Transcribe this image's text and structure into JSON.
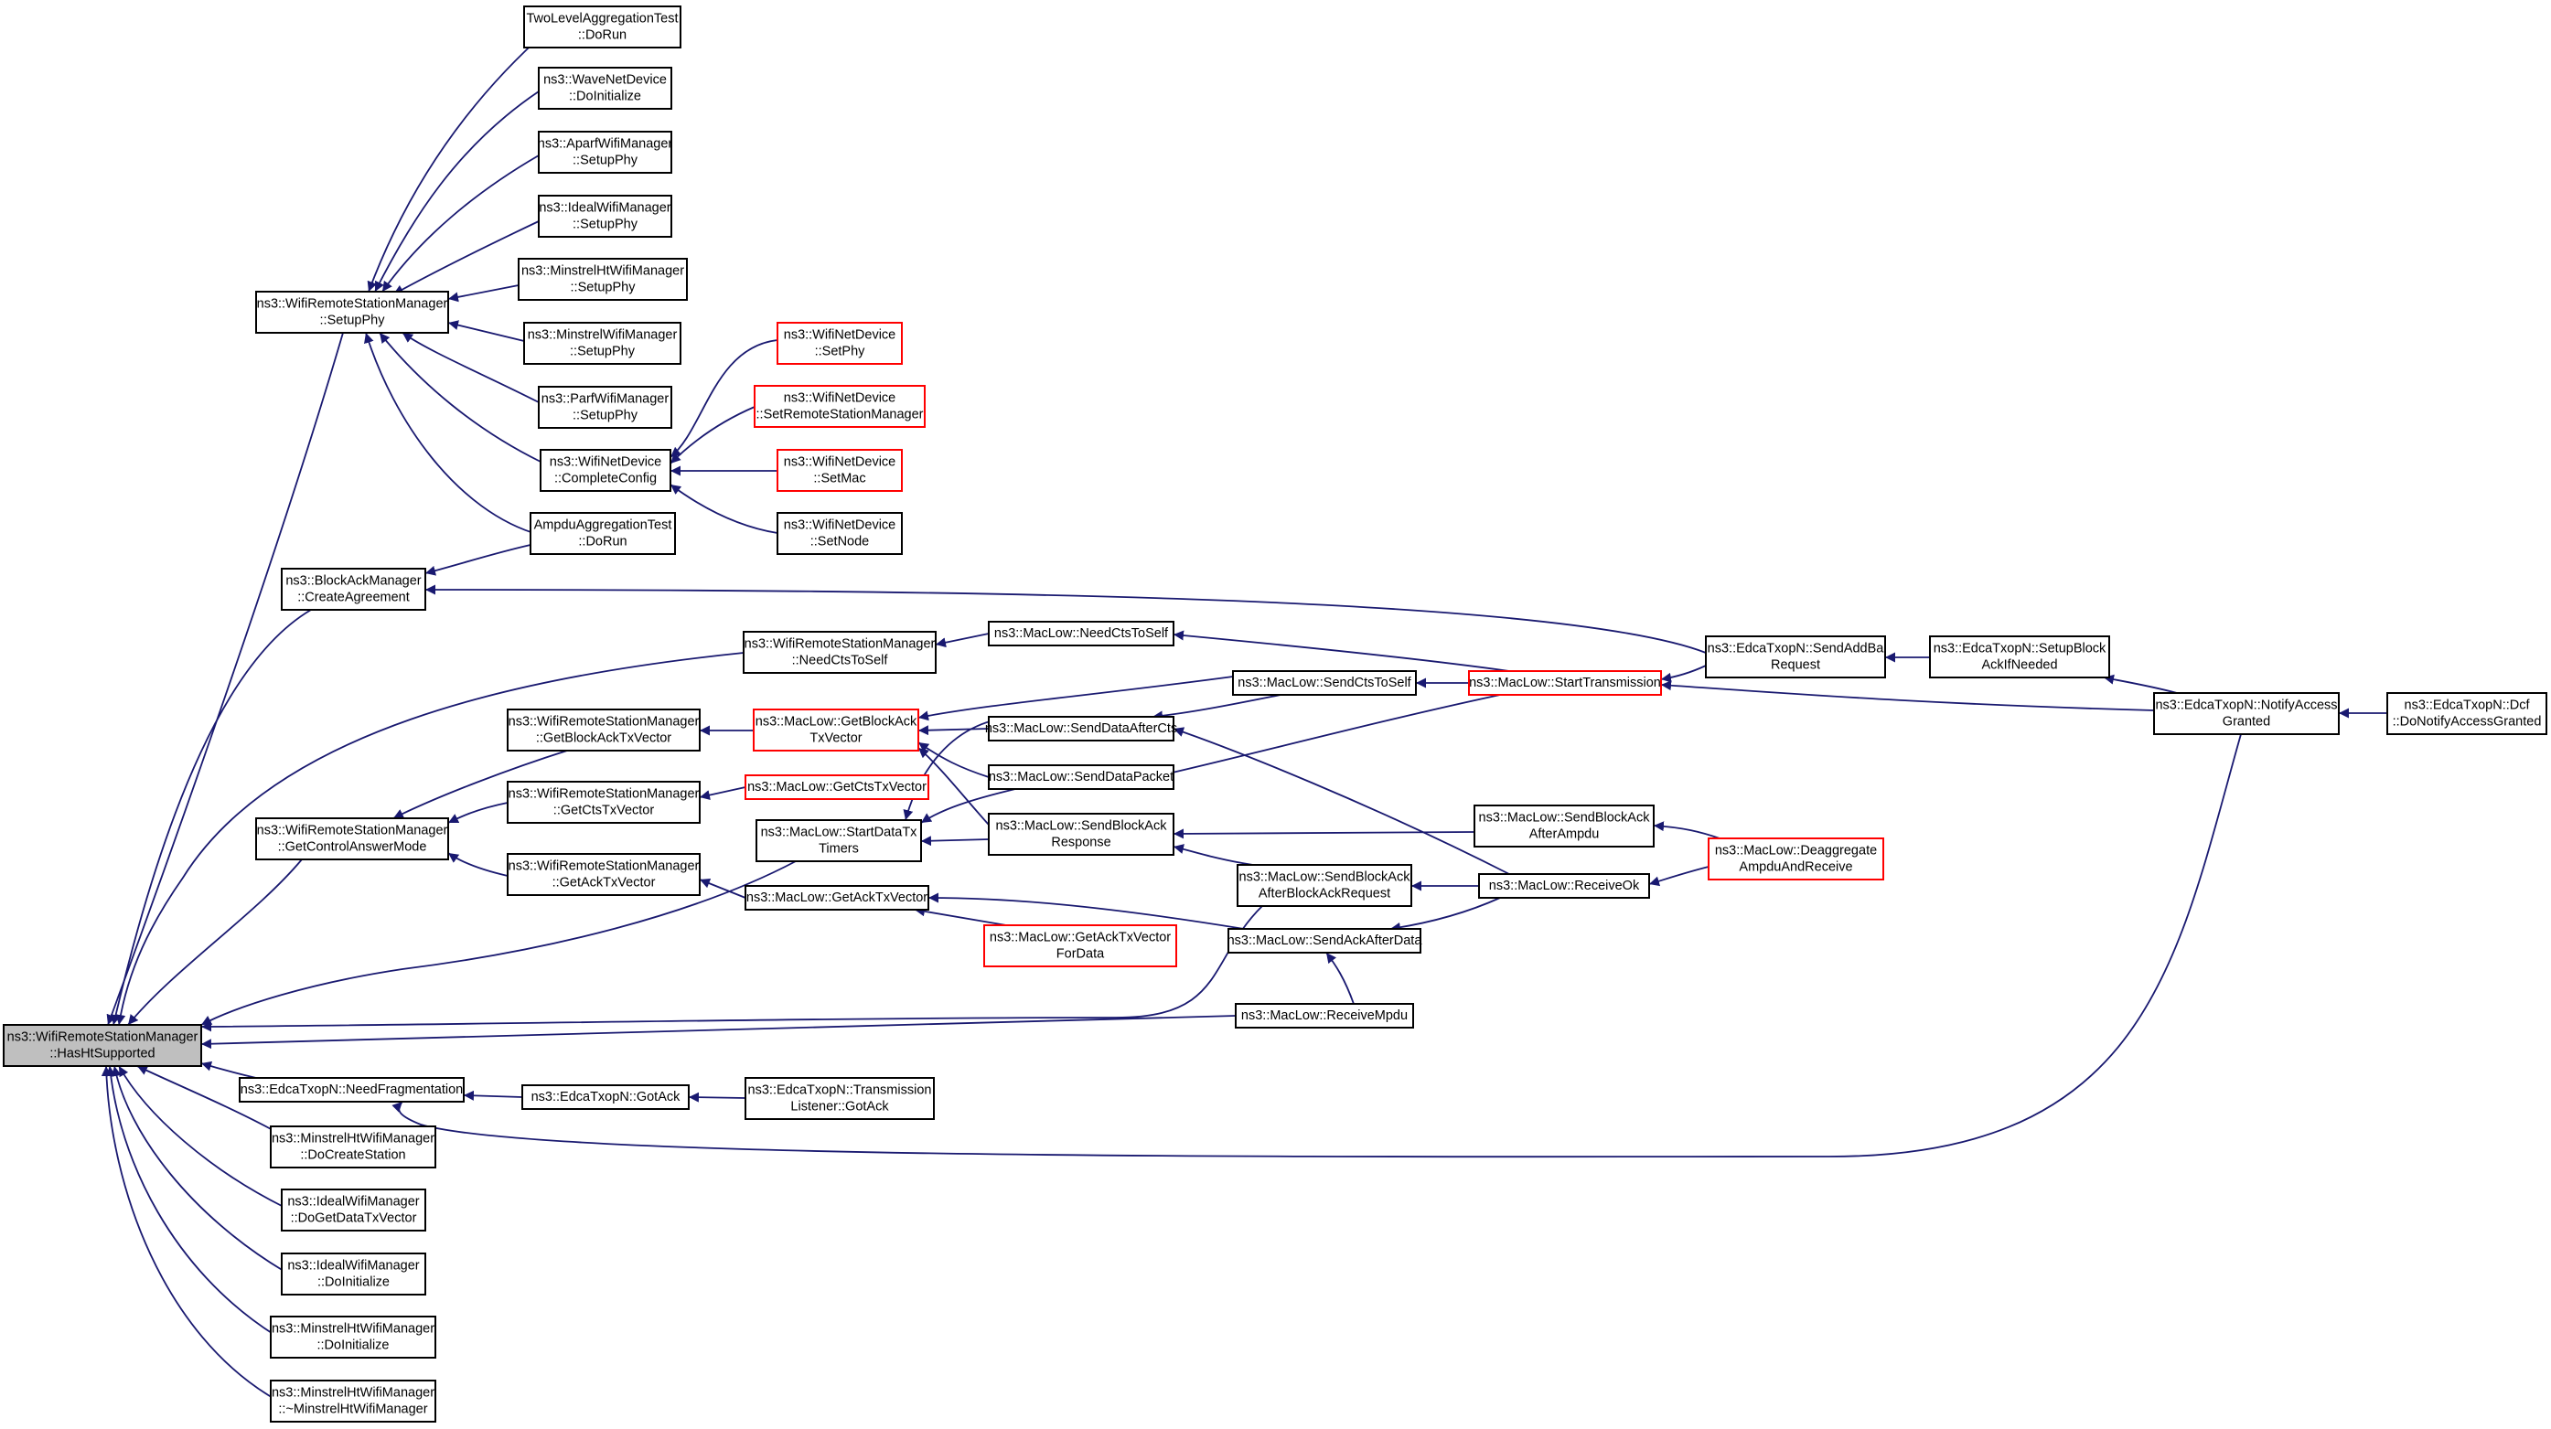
{
  "graph": {
    "title": "",
    "colors": {
      "edge": "#191970",
      "box": "#000000",
      "box_highlight": "#ff0000",
      "root_fill": "#bfbfbf",
      "background": "#ffffff"
    },
    "nodes": [
      {
        "id": "root",
        "lines": [
          "ns3::WifiRemoteStationManager",
          "::HasHtSupported"
        ],
        "style": "root"
      },
      {
        "id": "setupphy",
        "lines": [
          "ns3::WifiRemoteStationManager",
          "::SetupPhy"
        ],
        "style": "normal"
      },
      {
        "id": "createagreement",
        "lines": [
          "ns3::BlockAckManager",
          "::CreateAgreement"
        ],
        "style": "normal"
      },
      {
        "id": "getcontrolanswermode",
        "lines": [
          "ns3::WifiRemoteStationManager",
          "::GetControlAnswerMode"
        ],
        "style": "normal"
      },
      {
        "id": "needfrag",
        "lines": [
          "ns3::EdcaTxopN::NeedFragmentation"
        ],
        "style": "normal"
      },
      {
        "id": "minstrelht_docreate",
        "lines": [
          "ns3::MinstrelHtWifiManager",
          "::DoCreateStation"
        ],
        "style": "normal"
      },
      {
        "id": "ideal_dogetdata",
        "lines": [
          "ns3::IdealWifiManager",
          "::DoGetDataTxVector"
        ],
        "style": "normal"
      },
      {
        "id": "ideal_doinit",
        "lines": [
          "ns3::IdealWifiManager",
          "::DoInitialize"
        ],
        "style": "normal"
      },
      {
        "id": "minstrelht_doinit",
        "lines": [
          "ns3::MinstrelHtWifiManager",
          "::DoInitialize"
        ],
        "style": "normal"
      },
      {
        "id": "minstrelht_dtor",
        "lines": [
          "ns3::MinstrelHtWifiManager",
          "::~MinstrelHtWifiManager"
        ],
        "style": "normal"
      },
      {
        "id": "twolevel",
        "lines": [
          "TwoLevelAggregationTest",
          "::DoRun"
        ],
        "style": "normal"
      },
      {
        "id": "wavenet",
        "lines": [
          "ns3::WaveNetDevice",
          "::DoInitialize"
        ],
        "style": "normal"
      },
      {
        "id": "aparf",
        "lines": [
          "ns3::AparfWifiManager",
          "::SetupPhy"
        ],
        "style": "normal"
      },
      {
        "id": "idealsetup",
        "lines": [
          "ns3::IdealWifiManager",
          "::SetupPhy"
        ],
        "style": "normal"
      },
      {
        "id": "minstrelhtsetup",
        "lines": [
          "ns3::MinstrelHtWifiManager",
          "::SetupPhy"
        ],
        "style": "normal"
      },
      {
        "id": "minstrelsetup",
        "lines": [
          "ns3::MinstrelWifiManager",
          "::SetupPhy"
        ],
        "style": "normal"
      },
      {
        "id": "parfsetup",
        "lines": [
          "ns3::ParfWifiManager",
          "::SetupPhy"
        ],
        "style": "normal"
      },
      {
        "id": "completeconfig",
        "lines": [
          "ns3::WifiNetDevice",
          "::CompleteConfig"
        ],
        "style": "normal"
      },
      {
        "id": "ampdutest",
        "lines": [
          "AmpduAggregationTest",
          "::DoRun"
        ],
        "style": "normal"
      },
      {
        "id": "needcts_rsm",
        "lines": [
          "ns3::WifiRemoteStationManager",
          "::NeedCtsToSelf"
        ],
        "style": "normal"
      },
      {
        "id": "getblockacktx_rsm",
        "lines": [
          "ns3::WifiRemoteStationManager",
          "::GetBlockAckTxVector"
        ],
        "style": "normal"
      },
      {
        "id": "getctstx_rsm",
        "lines": [
          "ns3::WifiRemoteStationManager",
          "::GetCtsTxVector"
        ],
        "style": "normal"
      },
      {
        "id": "getacktx_rsm",
        "lines": [
          "ns3::WifiRemoteStationManager",
          "::GetAckTxVector"
        ],
        "style": "normal"
      },
      {
        "id": "startdatatx",
        "lines": [
          "ns3::MacLow::StartDataTx",
          "Timers"
        ],
        "style": "normal"
      },
      {
        "id": "gotack",
        "lines": [
          "ns3::EdcaTxopN::GotAck"
        ],
        "style": "normal"
      },
      {
        "id": "setphy",
        "lines": [
          "ns3::WifiNetDevice",
          "::SetPhy"
        ],
        "style": "red"
      },
      {
        "id": "setrsm",
        "lines": [
          "ns3::WifiNetDevice",
          "::SetRemoteStationManager"
        ],
        "style": "red"
      },
      {
        "id": "setmac",
        "lines": [
          "ns3::WifiNetDevice",
          "::SetMac"
        ],
        "style": "red"
      },
      {
        "id": "setnode",
        "lines": [
          "ns3::WifiNetDevice",
          "::SetNode"
        ],
        "style": "normal"
      },
      {
        "id": "needcts_ml",
        "lines": [
          "ns3::MacLow::NeedCtsToSelf"
        ],
        "style": "normal"
      },
      {
        "id": "getblockacktx_ml",
        "lines": [
          "ns3::MacLow::GetBlockAck",
          "TxVector"
        ],
        "style": "red"
      },
      {
        "id": "getctstx_ml",
        "lines": [
          "ns3::MacLow::GetCtsTxVector"
        ],
        "style": "red"
      },
      {
        "id": "getacktx_ml",
        "lines": [
          "ns3::MacLow::GetAckTxVector"
        ],
        "style": "normal"
      },
      {
        "id": "getacktxfordata",
        "lines": [
          "ns3::MacLow::GetAckTxVector",
          "ForData"
        ],
        "style": "red"
      },
      {
        "id": "translistener",
        "lines": [
          "ns3::EdcaTxopN::Transmission",
          "Listener::GotAck"
        ],
        "style": "normal"
      },
      {
        "id": "senddataaftercts",
        "lines": [
          "ns3::MacLow::SendDataAfterCts"
        ],
        "style": "normal"
      },
      {
        "id": "senddatapacket",
        "lines": [
          "ns3::MacLow::SendDataPacket"
        ],
        "style": "normal"
      },
      {
        "id": "sendblockackresp",
        "lines": [
          "ns3::MacLow::SendBlockAck",
          "Response"
        ],
        "style": "normal"
      },
      {
        "id": "sendctstoself",
        "lines": [
          "ns3::MacLow::SendCtsToSelf"
        ],
        "style": "normal"
      },
      {
        "id": "sendblockackafterreq",
        "lines": [
          "ns3::MacLow::SendBlockAck",
          "AfterBlockAckRequest"
        ],
        "style": "normal"
      },
      {
        "id": "sendackafterdata",
        "lines": [
          "ns3::MacLow::SendAckAfterData"
        ],
        "style": "normal"
      },
      {
        "id": "receivempdu",
        "lines": [
          "ns3::MacLow::ReceiveMpdu"
        ],
        "style": "normal"
      },
      {
        "id": "starttransmission",
        "lines": [
          "ns3::MacLow::StartTransmission"
        ],
        "style": "red"
      },
      {
        "id": "sendblockackafterampdu",
        "lines": [
          "ns3::MacLow::SendBlockAck",
          "AfterAmpdu"
        ],
        "style": "normal"
      },
      {
        "id": "receiveok",
        "lines": [
          "ns3::MacLow::ReceiveOk"
        ],
        "style": "normal"
      },
      {
        "id": "sendaddba",
        "lines": [
          "ns3::EdcaTxopN::SendAddBa",
          "Request"
        ],
        "style": "normal"
      },
      {
        "id": "deaggregate",
        "lines": [
          "ns3::MacLow::Deaggregate",
          "AmpduAndReceive"
        ],
        "style": "red"
      },
      {
        "id": "setupblockack",
        "lines": [
          "ns3::EdcaTxopN::SetupBlock",
          "AckIfNeeded"
        ],
        "style": "normal"
      },
      {
        "id": "notifyaccess",
        "lines": [
          "ns3::EdcaTxopN::NotifyAccess",
          "Granted"
        ],
        "style": "normal"
      },
      {
        "id": "dcfnotify",
        "lines": [
          "ns3::EdcaTxopN::Dcf",
          "::DoNotifyAccessGranted"
        ],
        "style": "normal"
      }
    ],
    "edges": [
      {
        "from": "setupphy",
        "to": "root"
      },
      {
        "from": "createagreement",
        "to": "root"
      },
      {
        "from": "needcts_rsm",
        "to": "root"
      },
      {
        "from": "getcontrolanswermode",
        "to": "root"
      },
      {
        "from": "startdatatx",
        "to": "root"
      },
      {
        "from": "sendblockackafterreq",
        "to": "root"
      },
      {
        "from": "receivempdu",
        "to": "root"
      },
      {
        "from": "needfrag",
        "to": "root"
      },
      {
        "from": "minstrelht_docreate",
        "to": "root"
      },
      {
        "from": "ideal_dogetdata",
        "to": "root"
      },
      {
        "from": "ideal_doinit",
        "to": "root"
      },
      {
        "from": "minstrelht_doinit",
        "to": "root"
      },
      {
        "from": "minstrelht_dtor",
        "to": "root"
      },
      {
        "from": "twolevel",
        "to": "setupphy"
      },
      {
        "from": "wavenet",
        "to": "setupphy"
      },
      {
        "from": "aparf",
        "to": "setupphy"
      },
      {
        "from": "idealsetup",
        "to": "setupphy"
      },
      {
        "from": "minstrelhtsetup",
        "to": "setupphy"
      },
      {
        "from": "minstrelsetup",
        "to": "setupphy"
      },
      {
        "from": "parfsetup",
        "to": "setupphy"
      },
      {
        "from": "completeconfig",
        "to": "setupphy"
      },
      {
        "from": "ampdutest",
        "to": "setupphy"
      },
      {
        "from": "setphy",
        "to": "completeconfig"
      },
      {
        "from": "setrsm",
        "to": "completeconfig"
      },
      {
        "from": "setmac",
        "to": "completeconfig"
      },
      {
        "from": "setnode",
        "to": "completeconfig"
      },
      {
        "from": "ampdutest",
        "to": "createagreement"
      },
      {
        "from": "sendaddba",
        "to": "createagreement"
      },
      {
        "from": "needcts_ml",
        "to": "needcts_rsm"
      },
      {
        "from": "starttransmission",
        "to": "needcts_ml"
      },
      {
        "from": "getblockacktx_rsm",
        "to": "getcontrolanswermode"
      },
      {
        "from": "getctstx_rsm",
        "to": "getcontrolanswermode"
      },
      {
        "from": "getacktx_rsm",
        "to": "getcontrolanswermode"
      },
      {
        "from": "getblockacktx_ml",
        "to": "getblockacktx_rsm"
      },
      {
        "from": "getctstx_ml",
        "to": "getctstx_rsm"
      },
      {
        "from": "getacktx_ml",
        "to": "getacktx_rsm"
      },
      {
        "from": "senddataaftercts",
        "to": "getblockacktx_ml"
      },
      {
        "from": "senddatapacket",
        "to": "getblockacktx_ml"
      },
      {
        "from": "sendblockackresp",
        "to": "getblockacktx_ml"
      },
      {
        "from": "sendctstoself",
        "to": "getblockacktx_ml"
      },
      {
        "from": "senddataaftercts",
        "to": "startdatatx"
      },
      {
        "from": "senddatapacket",
        "to": "startdatatx"
      },
      {
        "from": "sendblockackresp",
        "to": "startdatatx"
      },
      {
        "from": "sendctstoself",
        "to": "senddataaftercts"
      },
      {
        "from": "receiveok",
        "to": "senddataaftercts"
      },
      {
        "from": "starttransmission",
        "to": "senddatapacket"
      },
      {
        "from": "sendblockackafterreq",
        "to": "sendblockackresp"
      },
      {
        "from": "sendblockackafterampdu",
        "to": "sendblockackresp"
      },
      {
        "from": "sendackafterdata",
        "to": "getacktx_ml"
      },
      {
        "from": "getacktxfordata",
        "to": "getacktx_ml"
      },
      {
        "from": "starttransmission",
        "to": "sendctstoself"
      },
      {
        "from": "receiveok",
        "to": "sendblockackafterreq"
      },
      {
        "from": "receiveok",
        "to": "sendackafterdata"
      },
      {
        "from": "receivempdu",
        "to": "sendackafterdata"
      },
      {
        "from": "deaggregate",
        "to": "sendblockackafterampdu"
      },
      {
        "from": "deaggregate",
        "to": "receiveok"
      },
      {
        "from": "sendaddba",
        "to": "starttransmission"
      },
      {
        "from": "notifyaccess",
        "to": "starttransmission"
      },
      {
        "from": "setupblockack",
        "to": "sendaddba"
      },
      {
        "from": "notifyaccess",
        "to": "setupblockack"
      },
      {
        "from": "dcfnotify",
        "to": "notifyaccess"
      },
      {
        "from": "gotack",
        "to": "needfrag"
      },
      {
        "from": "notifyaccess",
        "to": "needfrag"
      },
      {
        "from": "translistener",
        "to": "gotack"
      }
    ]
  }
}
